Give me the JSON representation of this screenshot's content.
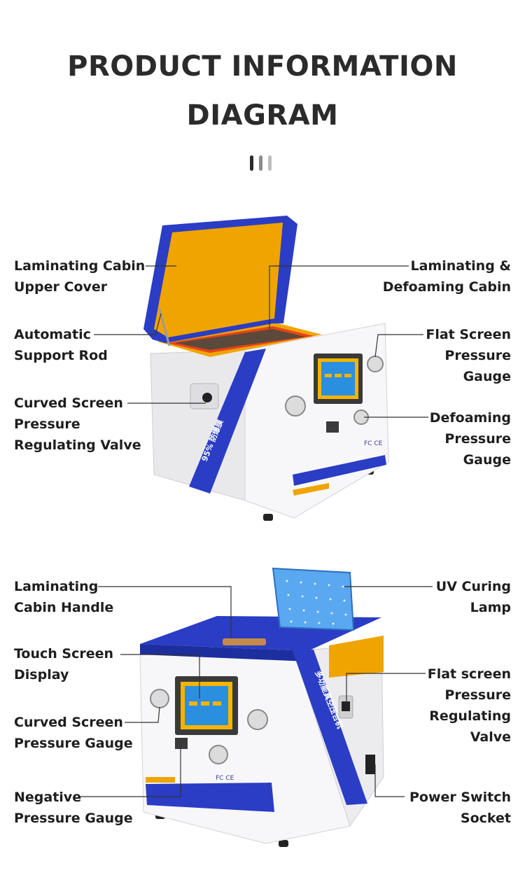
{
  "header": {
    "title_line1": "PRODUCT INFORMATION",
    "title_line2": "DIAGRAM",
    "divider_colors": [
      "#2b2b2b",
      "#8c8c8c",
      "#bdbdbd"
    ]
  },
  "top_diagram": {
    "labels": {
      "upper_cover": "Laminating Cabin\nUpper Cover",
      "support_rod": "Automatic\nSupport Rod",
      "curved_valve": "Curved Screen\nPressure\nRegulating Valve",
      "defoam_cabin": "Laminating &\nDefoaming Cabin",
      "flat_gauge": "Flat Screen\nPressure\nGauge",
      "defoam_gauge": "Defoaming\nPressure\nGauge"
    },
    "machine_text": {
      "band": "95% 防爆膜",
      "logo": "FC CE"
    }
  },
  "bottom_diagram": {
    "labels": {
      "handle": "Laminating\nCabin Handle",
      "touch_screen": "Touch Screen\nDisplay",
      "curved_gauge": "Curved Screen\nPressure Gauge",
      "negative_gauge": "Negative\nPressure Gauge",
      "uv_lamp": "UV Curing\nLamp",
      "flat_valve": "Flat screen\nPressure\nRegulating\nValve",
      "power_socket": "Power Switch\nSocket"
    },
    "machine_text": {
      "band": "多功能真空压合机",
      "logo": "FC CE"
    }
  },
  "colors": {
    "blue": "#2a3dc4",
    "orange": "#f0a400",
    "cabin_red": "#e8431a",
    "machine_body": "#f2f2f4",
    "screen_yellow": "#f5b400",
    "screen_blue": "#2b8fe0"
  }
}
